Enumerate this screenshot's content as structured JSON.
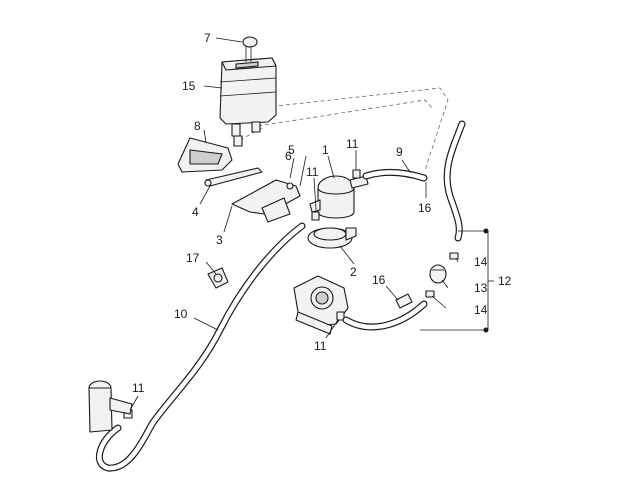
{
  "callouts": [
    {
      "id": "7",
      "text": "7"
    },
    {
      "id": "15",
      "text": "15"
    },
    {
      "id": "8",
      "text": "8"
    },
    {
      "id": "1",
      "text": "1"
    },
    {
      "id": "5",
      "text": "5"
    },
    {
      "id": "6",
      "text": "6"
    },
    {
      "id": "11a",
      "text": "11"
    },
    {
      "id": "9",
      "text": "9"
    },
    {
      "id": "11b",
      "text": "11"
    },
    {
      "id": "16a",
      "text": "16"
    },
    {
      "id": "4",
      "text": "4"
    },
    {
      "id": "3",
      "text": "3"
    },
    {
      "id": "2",
      "text": "2"
    },
    {
      "id": "17",
      "text": "17"
    },
    {
      "id": "14a",
      "text": "14"
    },
    {
      "id": "12",
      "text": "12"
    },
    {
      "id": "13",
      "text": "13"
    },
    {
      "id": "14b",
      "text": "14"
    },
    {
      "id": "16b",
      "text": "16"
    },
    {
      "id": "10",
      "text": "10"
    },
    {
      "id": "11c",
      "text": "11"
    },
    {
      "id": "11d",
      "text": "11"
    }
  ]
}
